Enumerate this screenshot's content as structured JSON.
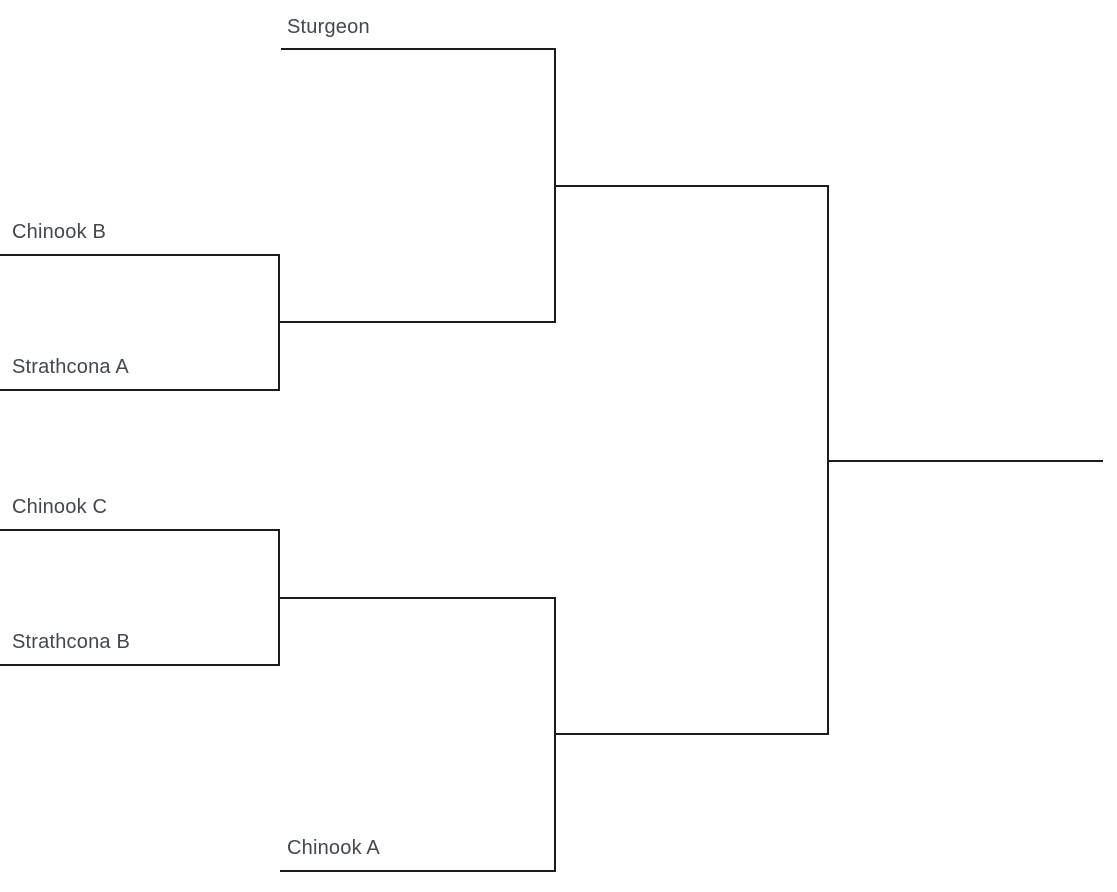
{
  "bracket": {
    "type": "single-elimination",
    "rounds": 3,
    "top_half": {
      "bye_team": "Sturgeon",
      "first_round_match": {
        "team_top": "Chinook B",
        "team_bottom": "Strathcona A"
      }
    },
    "bottom_half": {
      "first_round_match": {
        "team_top": "Chinook C",
        "team_bottom": "Strathcona B"
      },
      "bye_team": "Chinook A"
    },
    "colors": {
      "line": "#1c1c1c",
      "text": "#43484d",
      "background": "#ffffff"
    }
  }
}
